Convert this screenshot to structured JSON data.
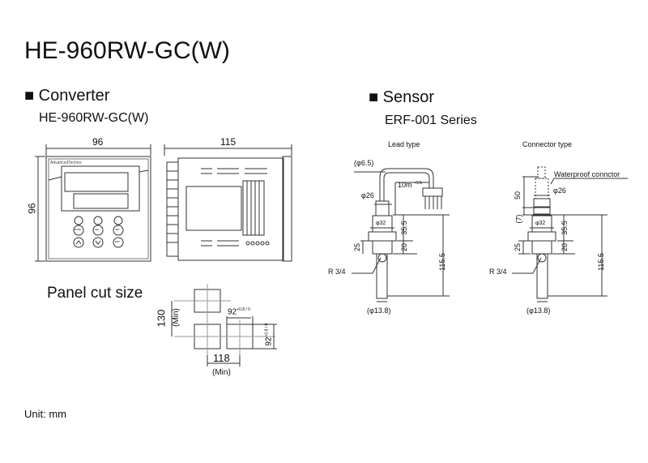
{
  "title": "HE-960RW-GC(W)",
  "converter": {
    "heading": "Converter",
    "model": "HE-960RW-GC(W)",
    "front_width": "96",
    "front_height": "96",
    "side_depth": "115",
    "brand": "AdvancedTechno",
    "buttons": [
      "MODE",
      "SEL",
      "SET",
      "ENT"
    ]
  },
  "panel_cut": {
    "heading": "Panel cut size",
    "vertical_pitch": "130",
    "vertical_pitch_note": "(Min)",
    "horizontal_pitch": "118",
    "horizontal_pitch_note": "(Min)",
    "cut_width": "92",
    "cut_width_tol": "+0.8 / 0",
    "cut_height": "92",
    "cut_height_tol": "+0.8 / 0"
  },
  "sensor": {
    "heading": "Sensor",
    "series": "ERF-001 Series",
    "lead_type": {
      "label": "Lead type",
      "cable_dia": "(φ6.5)",
      "cable_len": "10m",
      "cable_tol": "+5%",
      "head_dia": "φ26",
      "hex_dia": "φ32",
      "thread": "R 3/4",
      "probe_dia": "(φ13.8)",
      "dim_35_5": "35.5",
      "dim_20": "20",
      "dim_25": "25",
      "dim_115_5": "115.5"
    },
    "connector_type": {
      "label": "Connector type",
      "connector_label": "Waterproof connctor",
      "head_dia": "φ26",
      "hex_dia": "φ32",
      "thread": "R 3/4",
      "probe_dia": "(φ13.8)",
      "dim_50": "50",
      "dim_7": "(7)",
      "dim_35_5": "35.5",
      "dim_20": "20",
      "dim_25": "25",
      "dim_115_5": "115.5"
    }
  },
  "unit": "Unit: mm"
}
